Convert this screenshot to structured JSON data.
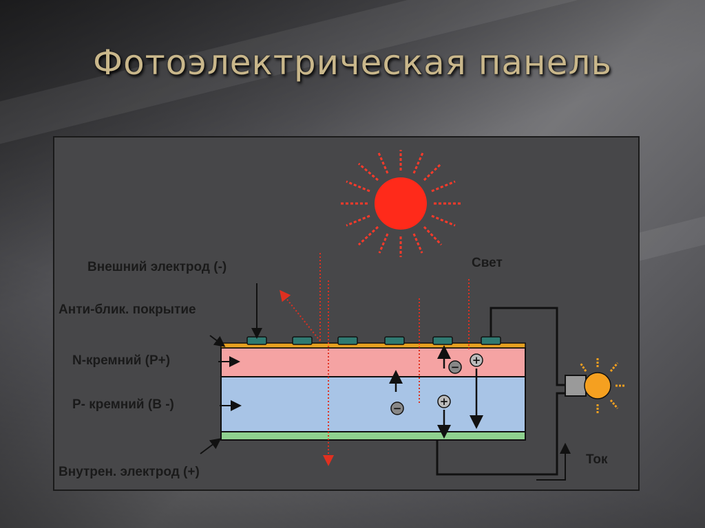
{
  "title": "Фотоэлектрическая панель",
  "labels": {
    "outer_electrode": "Внешний электрод (-)",
    "antireflective": "Анти-блик. покрытие",
    "n_silicon": "N-кремний (P+)",
    "p_silicon": "P- кремний (B -)",
    "inner_electrode": "Внутрен. электрод (+)",
    "light": "Свет",
    "current": "Ток"
  },
  "carrier_symbols": {
    "electron": "−",
    "hole": "+"
  },
  "colors": {
    "sun": "#ff2a1a",
    "n_layer": "#f5a3a3",
    "p_layer": "#a8c4e6",
    "bottom_electrode": "#8fd18f",
    "coating": "#e6a020",
    "electrode_pad": "#2f7a72",
    "bulb": "#f5a020",
    "title": "#c9b78b"
  }
}
